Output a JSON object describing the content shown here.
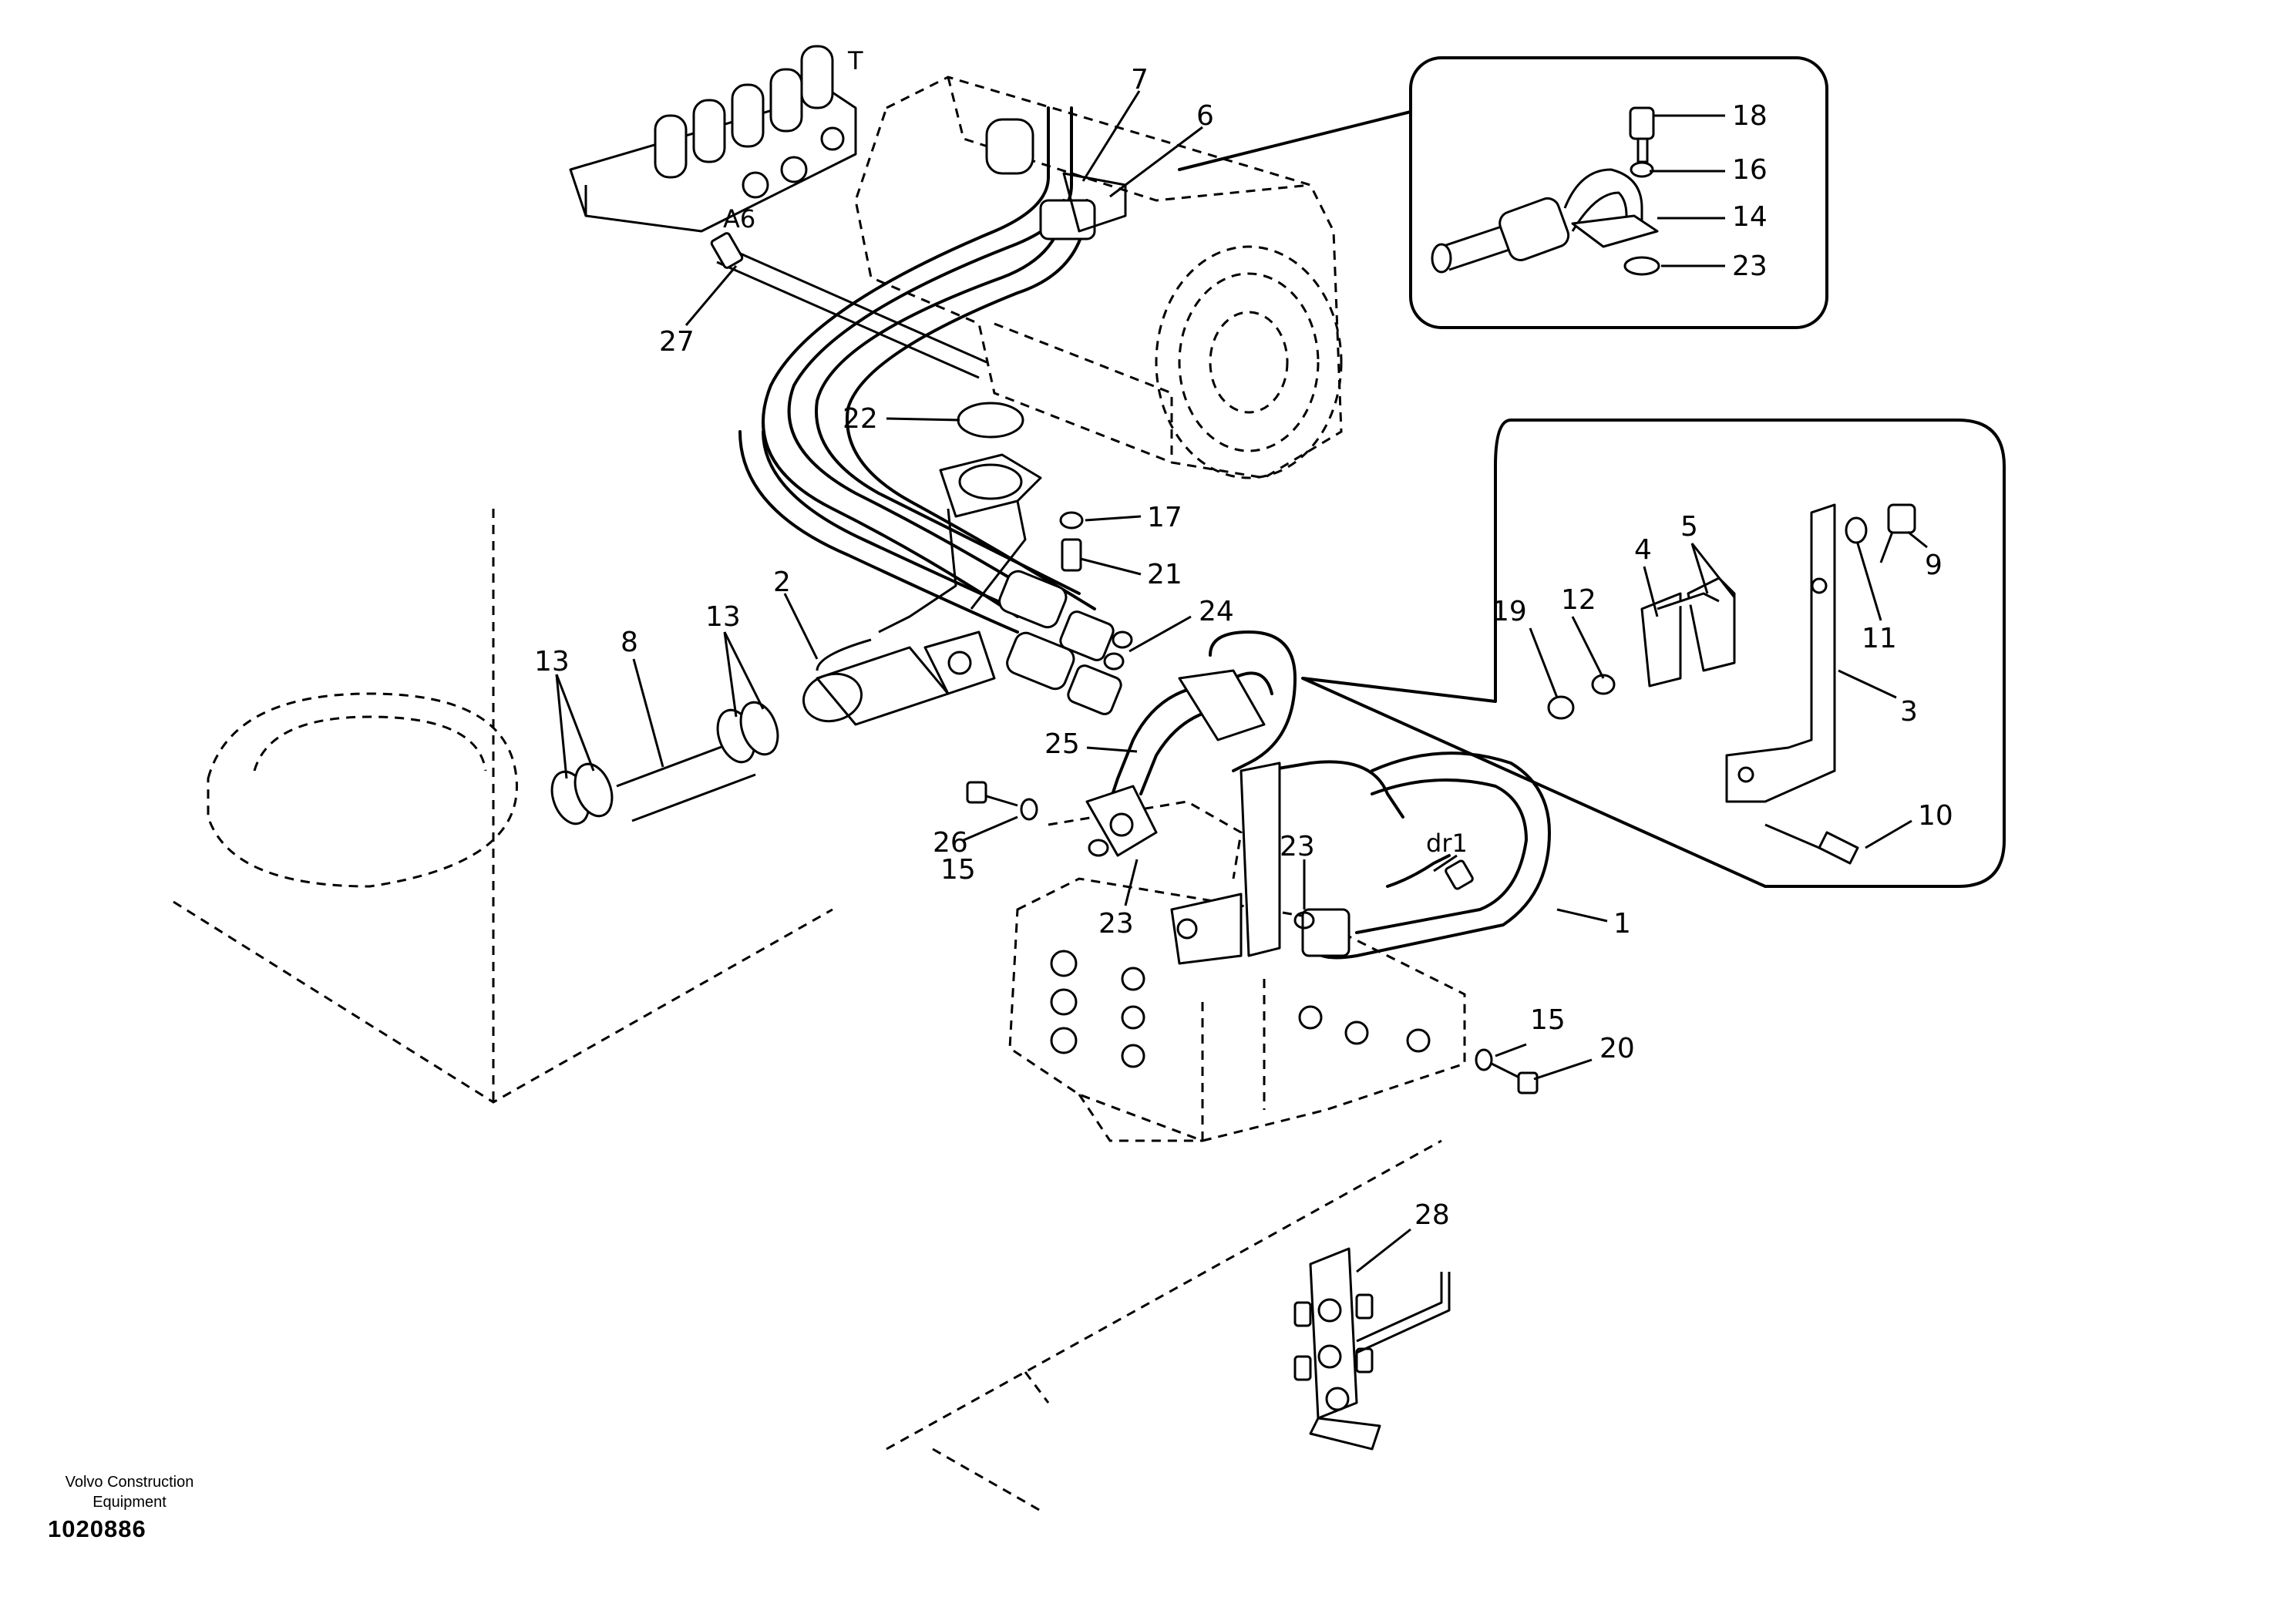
{
  "labels": {
    "p1": "1",
    "p2": "2",
    "p3": "3",
    "p4": "4",
    "p5": "5",
    "p6": "6",
    "p7": "7",
    "p8": "8",
    "p9": "9",
    "p10": "10",
    "p11": "11",
    "p12": "12",
    "p13a": "13",
    "p13b": "13",
    "p14": "14",
    "p15a": "15",
    "p15b": "15",
    "p16": "16",
    "p17": "17",
    "p18": "18",
    "p19": "19",
    "p20": "20",
    "p21": "21",
    "p22": "22",
    "p23a": "23",
    "p23b": "23",
    "p23c": "23",
    "p24": "24",
    "p25": "25",
    "p26": "26",
    "p27": "27",
    "p28": "28"
  },
  "port_labels": {
    "a6": "A6",
    "dr1": "dr1",
    "t": "T"
  },
  "footer": {
    "company": "Volvo Construction Equipment",
    "drawing_number": "1020886"
  }
}
